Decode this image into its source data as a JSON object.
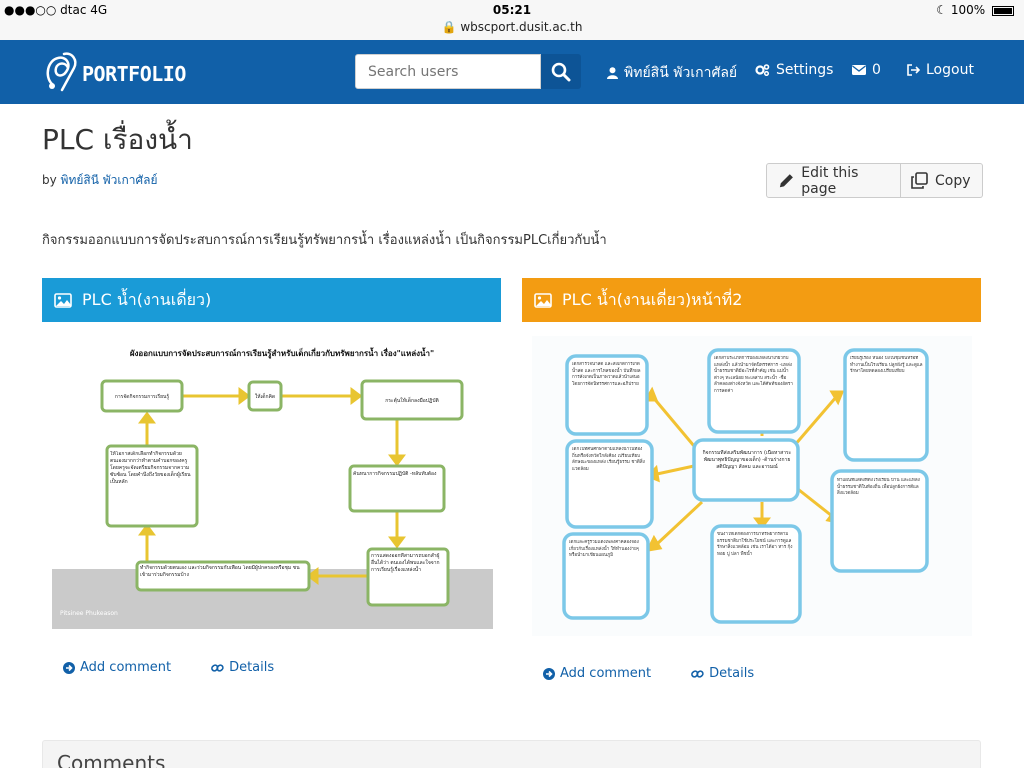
{
  "status_bar": {
    "carrier": "●●●○○ dtac  4G",
    "time": "05:21",
    "url": "wbscport.dusit.ac.th",
    "battery": "100%"
  },
  "navbar": {
    "brand": "PORTFOLIO",
    "search_placeholder": "Search users",
    "user_name": "พิทย์สินี พัวเกาศัลย์",
    "settings_label": "Settings",
    "inbox_count": "0",
    "logout_label": "Logout"
  },
  "page": {
    "title": "PLC เรื่องน้ำ",
    "by_label": "by",
    "author": "พิทย์สินี พัวเกาศัลย์",
    "edit_label": "Edit this page",
    "copy_label": "Copy",
    "description": "กิจกรรมออกแบบการจัดประสบการณ์การเรียนรู้ทรัพยากรน้ำ เรื่องแหล่งน้ำ เป็นกิจกรรมPLCเกี่ยวกับน้ำ"
  },
  "blocks": [
    {
      "title": "PLC น้ำ(งานเดี่ยว)",
      "color": "#1a9bd7",
      "add_comment": "Add comment",
      "details": "Details",
      "diagram": {
        "heading": "ผังออกแบบการจัดประสบการณ์การเรียนรู้สำหรับเด็กเกี่ยวกับทรัพยากรน้ำ เรื่อง\"แหล่งน้ำ\"",
        "boxes": [
          "การจัดกิจกรรมการเรียนรู้",
          "ให้เด็กคิด",
          "กระตุ้นให้เด็กลงมือปฏิบัติ",
          "ค้นหนาการกิจกรรมปฏิบัติ -หลับทับต้อง",
          "การแสดงออกที่สามารถบอกสำผู้อื่นได้ว่า ตนเองได้พบและใจจากการเรียนรู้เรื่องแหล่งน้ำ",
          "ทำกิจกรรมด้วยตนเอง และร่วมกิจกรรมกับเพื่อน โดยมีผู้ปกครองหรือชุม ชนเข้ามาร่วมกิจกรรมบ้าง",
          "ให้โอกาสเด็กเลือกทำกิจกรรมด้วยตนเองมากกว่าทำตามคำบอกของครู โดยครูจะจัดเตรียมกิจกรรมจากความซับซ้อน โดยคำนึงถึงวัยของเด็กผู้เรียนเป็นหลัก"
        ],
        "watermark": "Pitsinee Phukeason"
      }
    },
    {
      "title": "PLC น้ำ(งานเดี่ยว)หน้าที่2",
      "color": "#f39c12",
      "add_comment": "Add comment",
      "details": "Details",
      "diagram": {
        "center": "กิจกรรมที่ส่งเสริมพัฒนาการ (เนื้อหาสาระพัฒนาพุทธิปัญญาของเด็ก) -ด้านร่างกาย สติปัญญา สังคม และอารมณ์",
        "nodes": [
          "เด็กสำรวจน้ำสด และสังเกตการเกิดน้ำสด และการไหลของน้ำ บันทึกผลการสังเกตเป็นภาพวาดแล้วนำเสนอโดยการจัดนิทรรศการและอภิปราย",
          "เด็กสำประเภทการบ้องแหล่งน้ำเกี่ยวกับแหล่งน้ำ แล้วนำมาจัดนิทรรศการ -แหล่งน้ำธรรมชาติมีอะไรที่สำคัญ เช่น แม่น้ำต่างๆ ทะเลน้อย ทะเลสาบ สระน้ำ -ชื่อลำคลองต่างจังหวัด และได้ศัพท์ของอัตราการลดค่า",
          "เรียนรู้เรื่อง หนอง บึงในชุมชนหรือที่ทำงานเป็นโรงเรียน ปลูกฝังรู้ และดูแลรักษาโดยทดลองเปรียบเทียบ",
          "เด็กไปทัศนศึกษาตามแหล่งน้ำในท้องถิ่นหรือจังหวัดใกล้เคียง เปรียบเทียบลักษณะของแหล่ง เรียนรู้ธรรม ชาติสิ่งแวดล้อม",
          "ทำแผนที่แสดงที่ตั้งโรงเรียน บ้าน และแหล่งน้ำธรรมชาติในท้องถิ่น เพื่อปลูกฝังการดีแลสิ่งแวดล้อม",
          "เด็กและครูร่วมแต่งเพลงคำคล้องจอง เกี่ยวกับเรื่องแหล่งน้ำ ให้ทำนองง่ายๆ หรือนำมาเขียนแผนภูมิ",
          "ขึ้นงาให้เด็กต้องการนำทรัพยากรตามธรรมชาติมาใช้ประโยชน์ และการดูแลรักษาสิ่งแวดล้อม เช่น เราได้อา หาร กุ้ง หอย ปู ปลา พืชน้ำ"
        ]
      }
    }
  ],
  "comments": {
    "title": "Comments"
  },
  "colors": {
    "navbar": "#1160a8",
    "link": "#1160a8"
  }
}
